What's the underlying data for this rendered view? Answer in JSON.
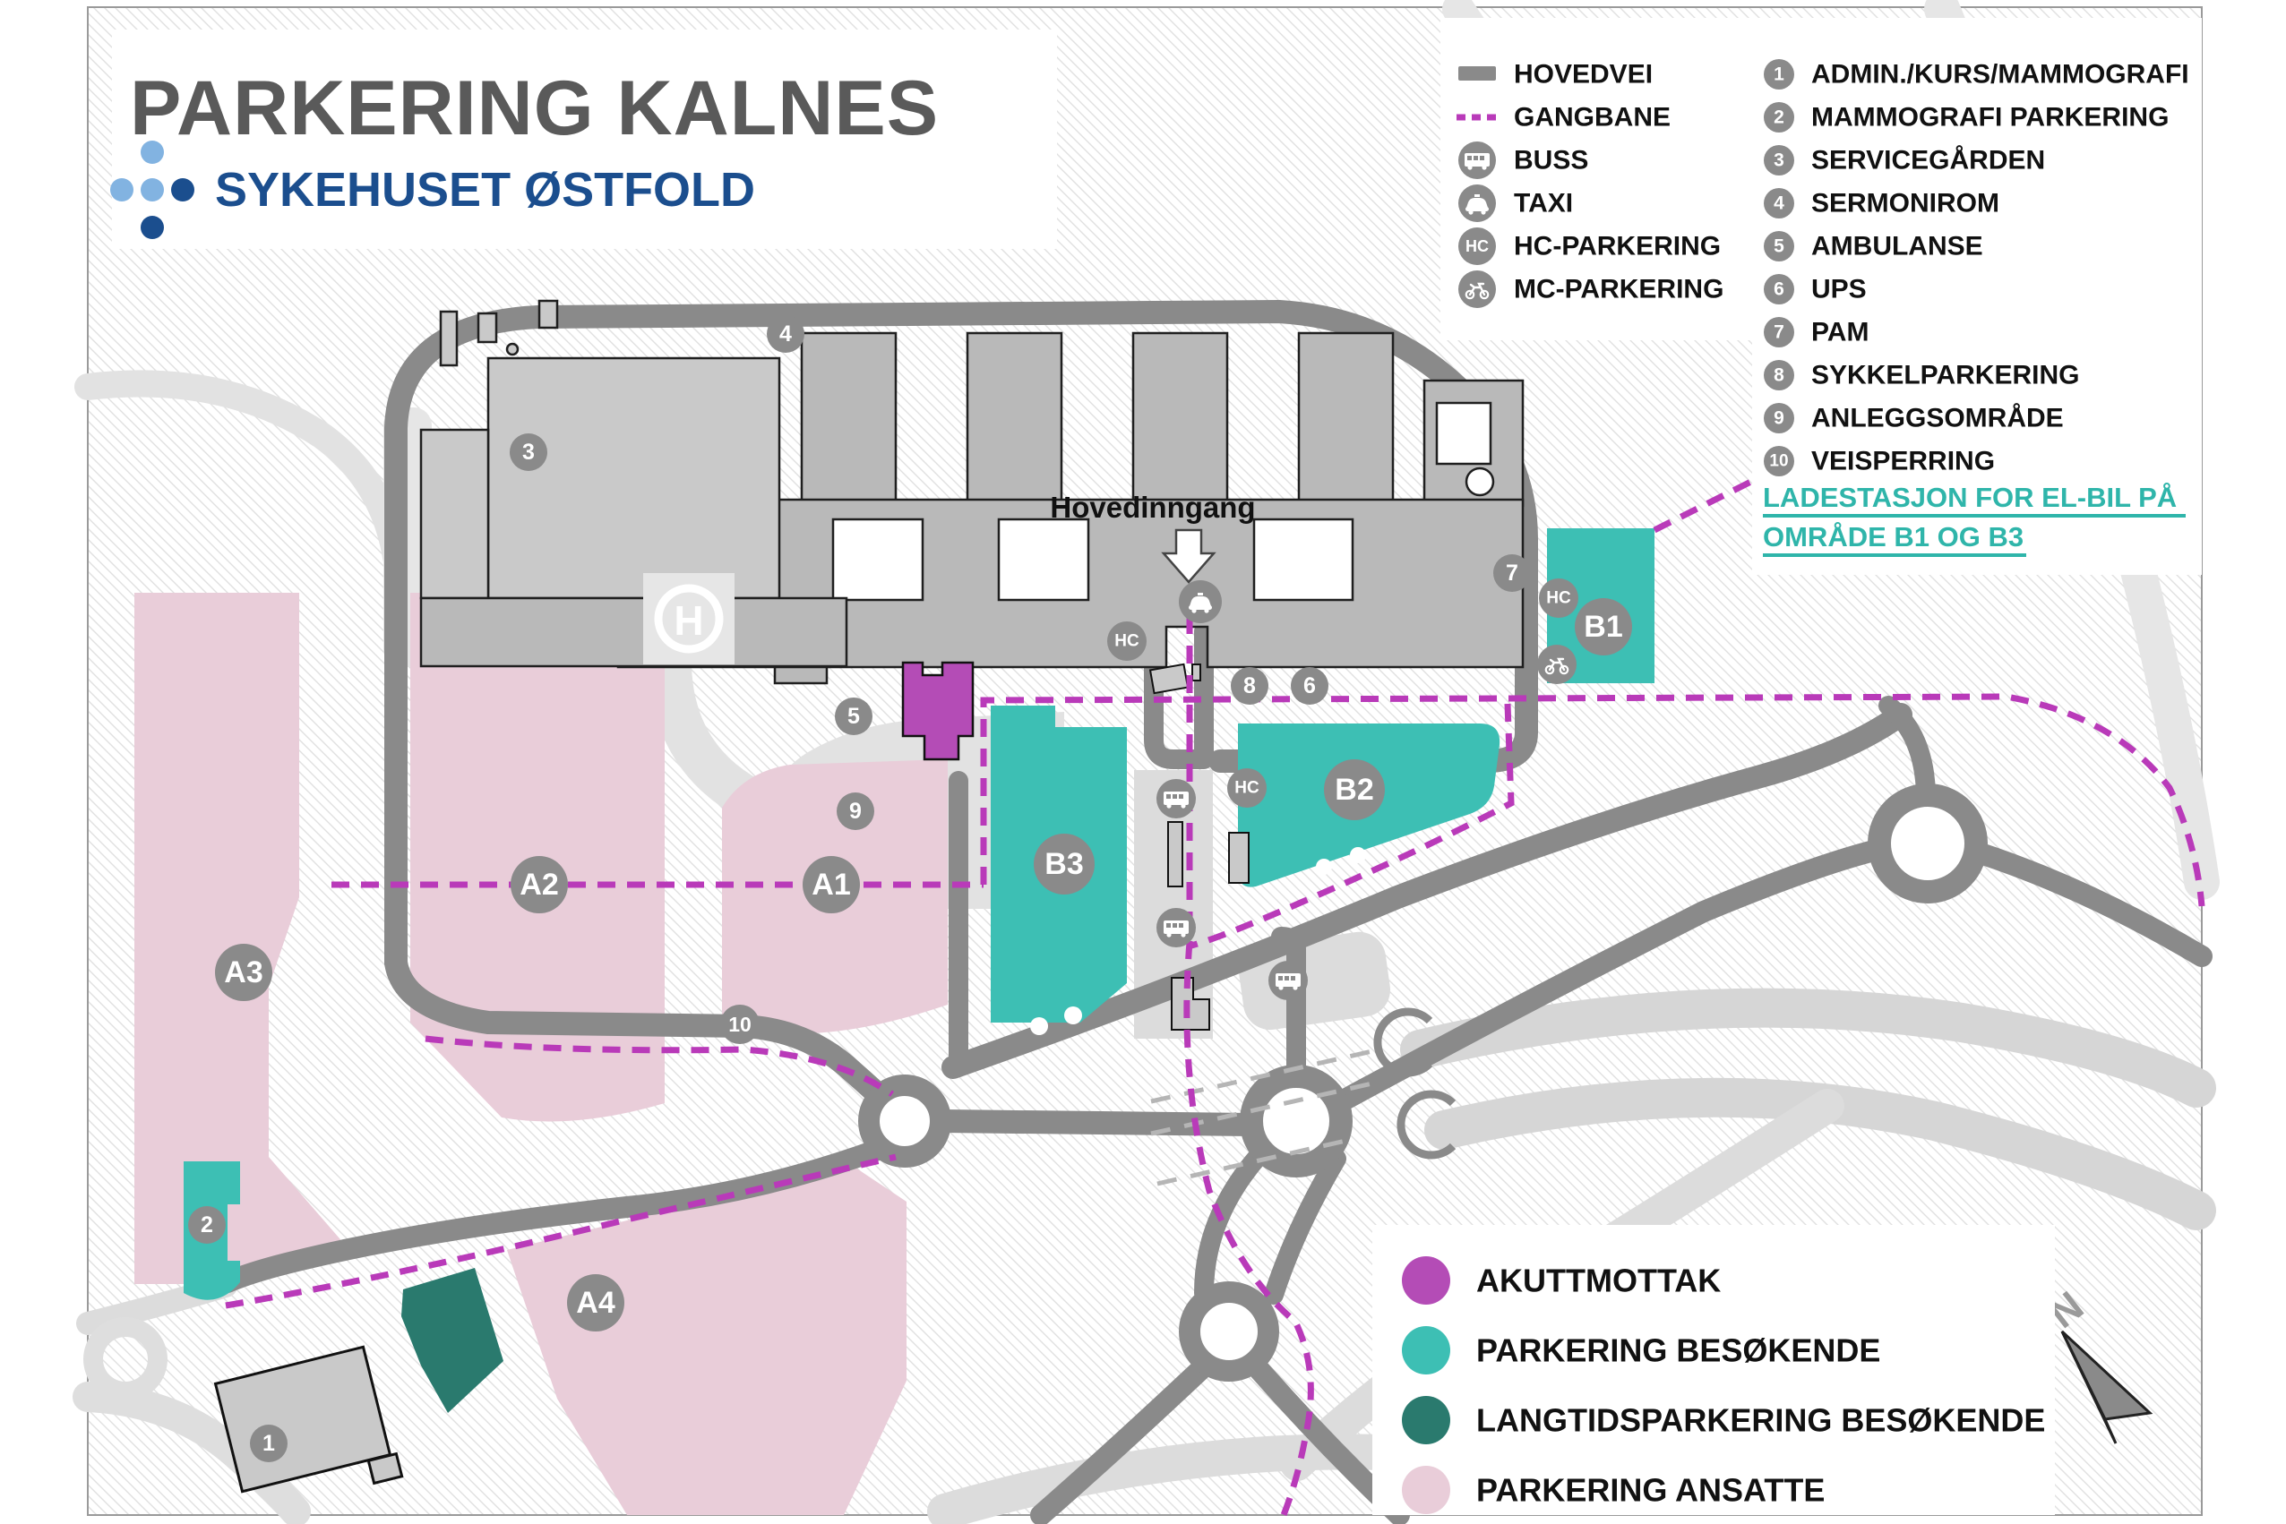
{
  "title": {
    "heading": "PARKERING KALNES",
    "org": "SYKEHUSET ØSTFOLD"
  },
  "legend_symbols": {
    "items": [
      {
        "label": "HOVEDVEI",
        "icon": "road-swatch"
      },
      {
        "label": "GANGBANE",
        "icon": "dashed-path-swatch"
      },
      {
        "label": "BUSS",
        "icon": "bus-icon"
      },
      {
        "label": "TAXI",
        "icon": "taxi-icon"
      },
      {
        "label": "HC-PARKERING",
        "icon": "hc-icon"
      },
      {
        "label": "MC-PARKERING",
        "icon": "mc-icon"
      }
    ]
  },
  "legend_numbered": {
    "items": [
      {
        "n": "1",
        "label": "ADMIN./KURS/MAMMOGRAFI"
      },
      {
        "n": "2",
        "label": "MAMMOGRAFI PARKERING"
      },
      {
        "n": "3",
        "label": "SERVICEGÅRDEN"
      },
      {
        "n": "4",
        "label": "SERMONIROM"
      },
      {
        "n": "5",
        "label": "AMBULANSE"
      },
      {
        "n": "6",
        "label": "UPS"
      },
      {
        "n": "7",
        "label": "PAM"
      },
      {
        "n": "8",
        "label": "SYKKELPARKERING"
      },
      {
        "n": "9",
        "label": "ANLEGGSOMRÅDE"
      },
      {
        "n": "10",
        "label": "VEISPERRING"
      }
    ]
  },
  "note": {
    "line1": "LADESTASJON FOR EL-BIL PÅ",
    "line2": "OMRÅDE B1 OG B3"
  },
  "legend_areas": {
    "items": [
      {
        "label": "AKUTTMOTTAK",
        "color": "#b44cb6"
      },
      {
        "label": "PARKERING BESØKENDE",
        "color": "#3dbfb4"
      },
      {
        "label": "LANGTIDSPARKERING BESØKENDE",
        "color": "#2a7a6e"
      },
      {
        "label": "PARKERING ANSATTE",
        "color": "#e9cdd9"
      }
    ]
  },
  "map": {
    "entrance_label": "Hovedinngang",
    "compass": "N",
    "helipad": "H",
    "hc": "HC",
    "area_labels": {
      "a1": "A1",
      "a2": "A2",
      "a3": "A3",
      "a4": "A4",
      "b1": "B1",
      "b2": "B2",
      "b3": "B3"
    },
    "markers": {
      "m1": "1",
      "m2": "2",
      "m3": "3",
      "m4": "4",
      "m5": "5",
      "m6": "6",
      "m7": "7",
      "m8": "8",
      "m9": "9",
      "m10": "10"
    }
  },
  "colors": {
    "gangbane": "#b93ab9",
    "akuttmottak": "#b44cb6",
    "parkering_besokende": "#3dbfb4",
    "langtidsparkering": "#2a7a6e",
    "parkering_ansatte": "#e9cdd9",
    "road_main": "#8a8a8a",
    "road_light": "#dcdcdc",
    "building": "#b9b9b9",
    "marker": "#8a8a8a",
    "ladestasjon_text": "#2fb5aa",
    "logo_blue_light": "#82b3e1",
    "logo_blue_dark": "#1b4e8e",
    "title_gray": "#5a5a5a"
  }
}
